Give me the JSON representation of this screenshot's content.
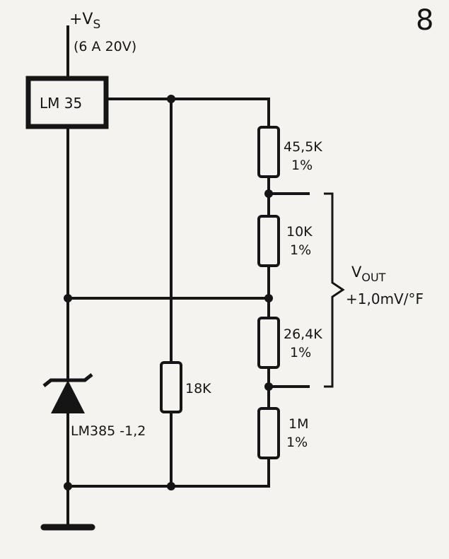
{
  "figure_number": "8",
  "supply": {
    "label_main": "+V",
    "label_sub": "S",
    "rating": "(6 A 20V)"
  },
  "sensor": {
    "label": "LM 35"
  },
  "reference_diode": {
    "label": "LM385 -1,2"
  },
  "resistors": [
    {
      "value": "45,5K",
      "tolerance": "1%"
    },
    {
      "value": "10K",
      "tolerance": "1%"
    },
    {
      "value": "26,4K",
      "tolerance": "1%"
    },
    {
      "value": "1M",
      "tolerance": "1%"
    },
    {
      "value": "18K"
    }
  ],
  "output": {
    "label_main": "V",
    "label_sub": "OUT",
    "scale": "+1,0mV/°F"
  }
}
